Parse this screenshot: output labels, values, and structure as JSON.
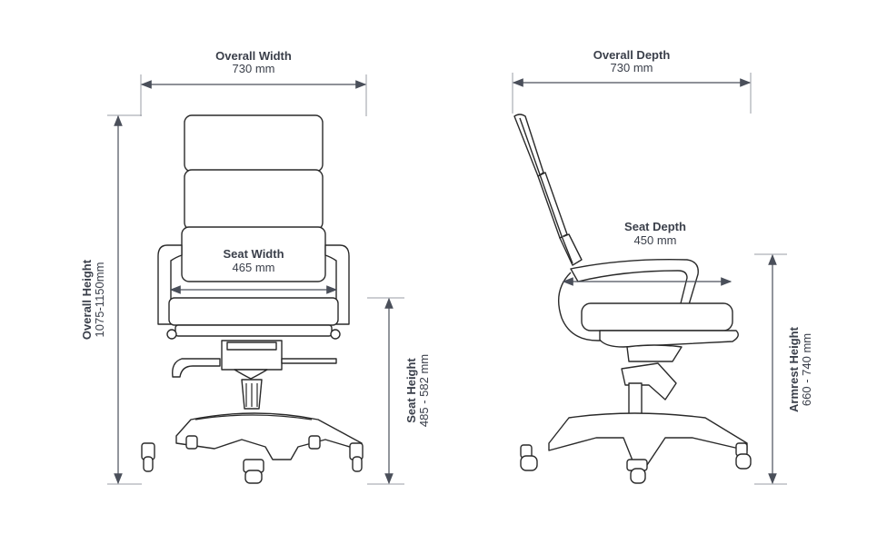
{
  "front_view": {
    "overall_width": {
      "label": "Overall Width",
      "value": "730 mm"
    },
    "overall_height": {
      "label": "Overall Height",
      "value": "1075-1150mm"
    },
    "seat_width": {
      "label": "Seat Width",
      "value": "465 mm"
    },
    "seat_height": {
      "label": "Seat Height",
      "value": "485 - 582 mm"
    }
  },
  "side_view": {
    "overall_depth": {
      "label": "Overall Depth",
      "value": "730 mm"
    },
    "seat_depth": {
      "label": "Seat Depth",
      "value": "450 mm"
    },
    "armrest_height": {
      "label": "Armrest Height",
      "value": "660 - 740 mm"
    }
  },
  "colors": {
    "text": "#3a3f4a",
    "dimension_line": "#4a4f5a"
  }
}
